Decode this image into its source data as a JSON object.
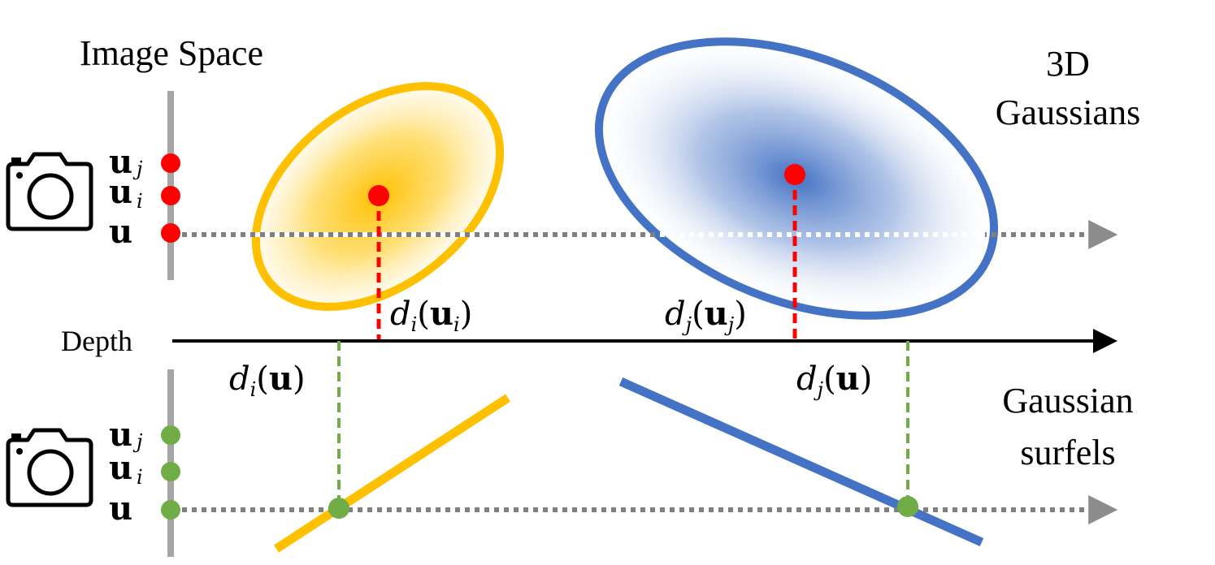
{
  "labels": {
    "image_space": "Image Space",
    "gaussians_line1": "3D",
    "gaussians_line2": "Gaussians",
    "depth": "Depth",
    "surfels_line1": "Gaussian",
    "surfels_line2": "surfels"
  },
  "pixel_labels": {
    "u": "u",
    "sub_i": "i",
    "sub_j": "j"
  },
  "depth_labels": {
    "d": "d",
    "u": "u",
    "sub_i": "i",
    "sub_j": "j"
  },
  "colors": {
    "yellow": "#FFC000",
    "blue": "#4472C4",
    "red": "#FF0000",
    "green": "#70AD47",
    "gray": "#A6A6A6",
    "dotted_gray": "#808080",
    "black": "#000000"
  },
  "icons": {
    "camera_top": "camera-icon",
    "camera_bottom": "camera-icon"
  }
}
